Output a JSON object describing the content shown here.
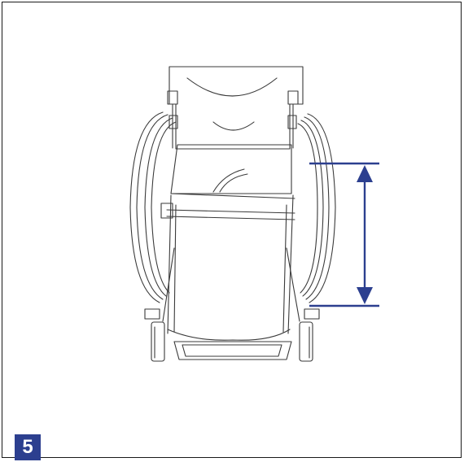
{
  "figure": {
    "step_number": "5",
    "badge_color": "#2c3f8f",
    "arrow_color": "#2c3f8f",
    "line_color": "#3a3a3a",
    "illustration": "wheelchair-front-view",
    "annotation": "double-headed-measurement-arrow"
  }
}
